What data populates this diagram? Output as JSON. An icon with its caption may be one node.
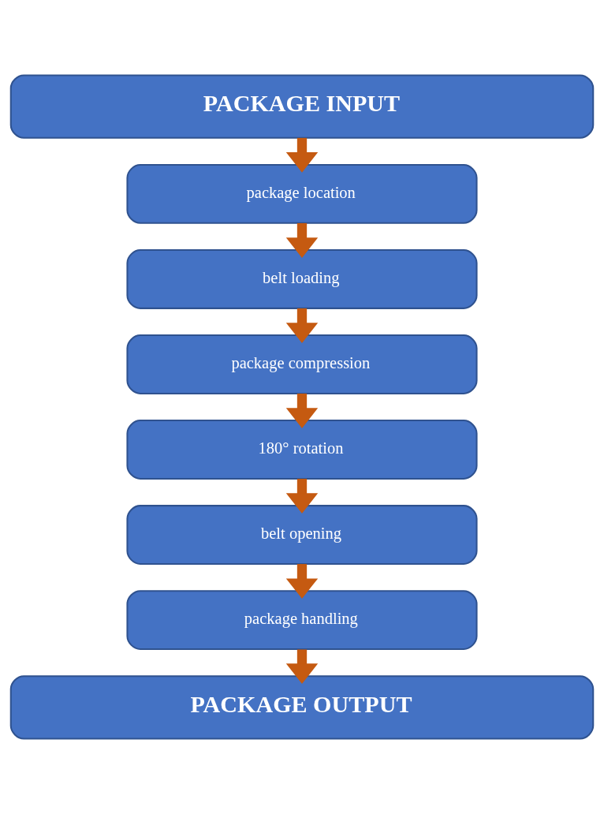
{
  "diagram": {
    "nodes": [
      {
        "text": [
          "PACKAGE INPUT"
        ]
      },
      {
        "text": [
          "package location"
        ]
      },
      {
        "text": [
          "belt loading"
        ]
      },
      {
        "text": [
          "package compression"
        ]
      },
      {
        "text": [
          "180° rotation"
        ]
      },
      {
        "text": [
          "belt opening"
        ]
      },
      {
        "text": [
          "package handling"
        ]
      },
      {
        "text": [
          "PACKAGE OUTPUT"
        ]
      }
    ],
    "edges": [
      {
        "from": 0,
        "to": 1,
        "arrow": "to"
      },
      {
        "from": 1,
        "to": 2,
        "arrow": "to"
      },
      {
        "from": 2,
        "to": 3,
        "arrow": "to"
      },
      {
        "from": 3,
        "to": 4,
        "arrow": "to"
      },
      {
        "from": 4,
        "to": 5,
        "arrow": "to"
      },
      {
        "from": 5,
        "to": 6,
        "arrow": "to"
      },
      {
        "from": 6,
        "to": 7,
        "arrow": "to"
      }
    ]
  }
}
